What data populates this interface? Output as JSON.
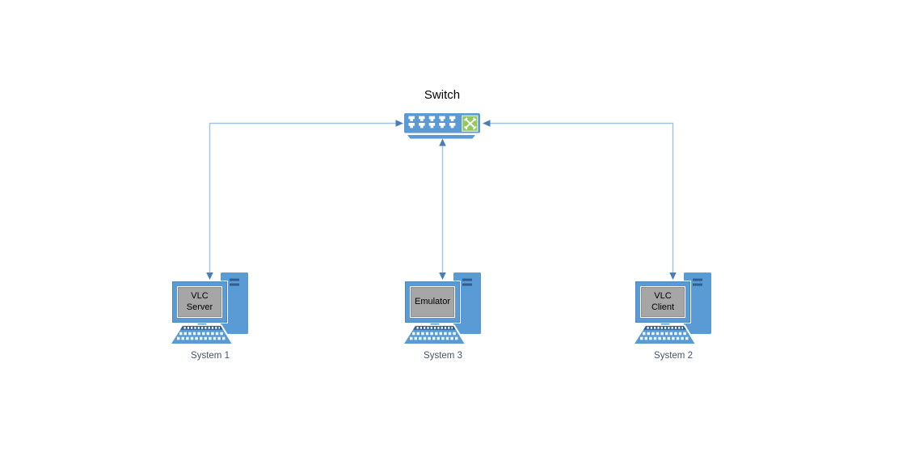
{
  "diagram": {
    "switch": {
      "label": "Switch",
      "icon": "network-switch-icon"
    },
    "nodes": [
      {
        "id": "system-1",
        "icon": "workstation-icon",
        "screen_label": "VLC\nServer",
        "system_label": "System 1"
      },
      {
        "id": "system-3",
        "icon": "workstation-icon",
        "screen_label": "Emulator",
        "system_label": "System 3"
      },
      {
        "id": "system-2",
        "icon": "workstation-icon",
        "screen_label": "VLC\nClient",
        "system_label": "System 2"
      }
    ],
    "connections": [
      {
        "from": "System 1",
        "to": "Switch",
        "route": "up-then-right",
        "arrows": "both-ends"
      },
      {
        "from": "System 3",
        "to": "Switch",
        "route": "straight-vertical",
        "arrows": "both-ends"
      },
      {
        "from": "System 2",
        "to": "Switch",
        "route": "up-then-left",
        "arrows": "both-ends"
      }
    ],
    "colors": {
      "device_blue": "#5B9BD5",
      "device_dark_blue": "#2E5F8F",
      "monitor_screen_gray": "#A6A6A6",
      "switch_module_green": "#94C75E",
      "connector_line": "#A3C1E0",
      "connector_arrow": "#4A7EBB",
      "system_label_color": "#44546A",
      "switch_label_color": "#000000"
    }
  }
}
